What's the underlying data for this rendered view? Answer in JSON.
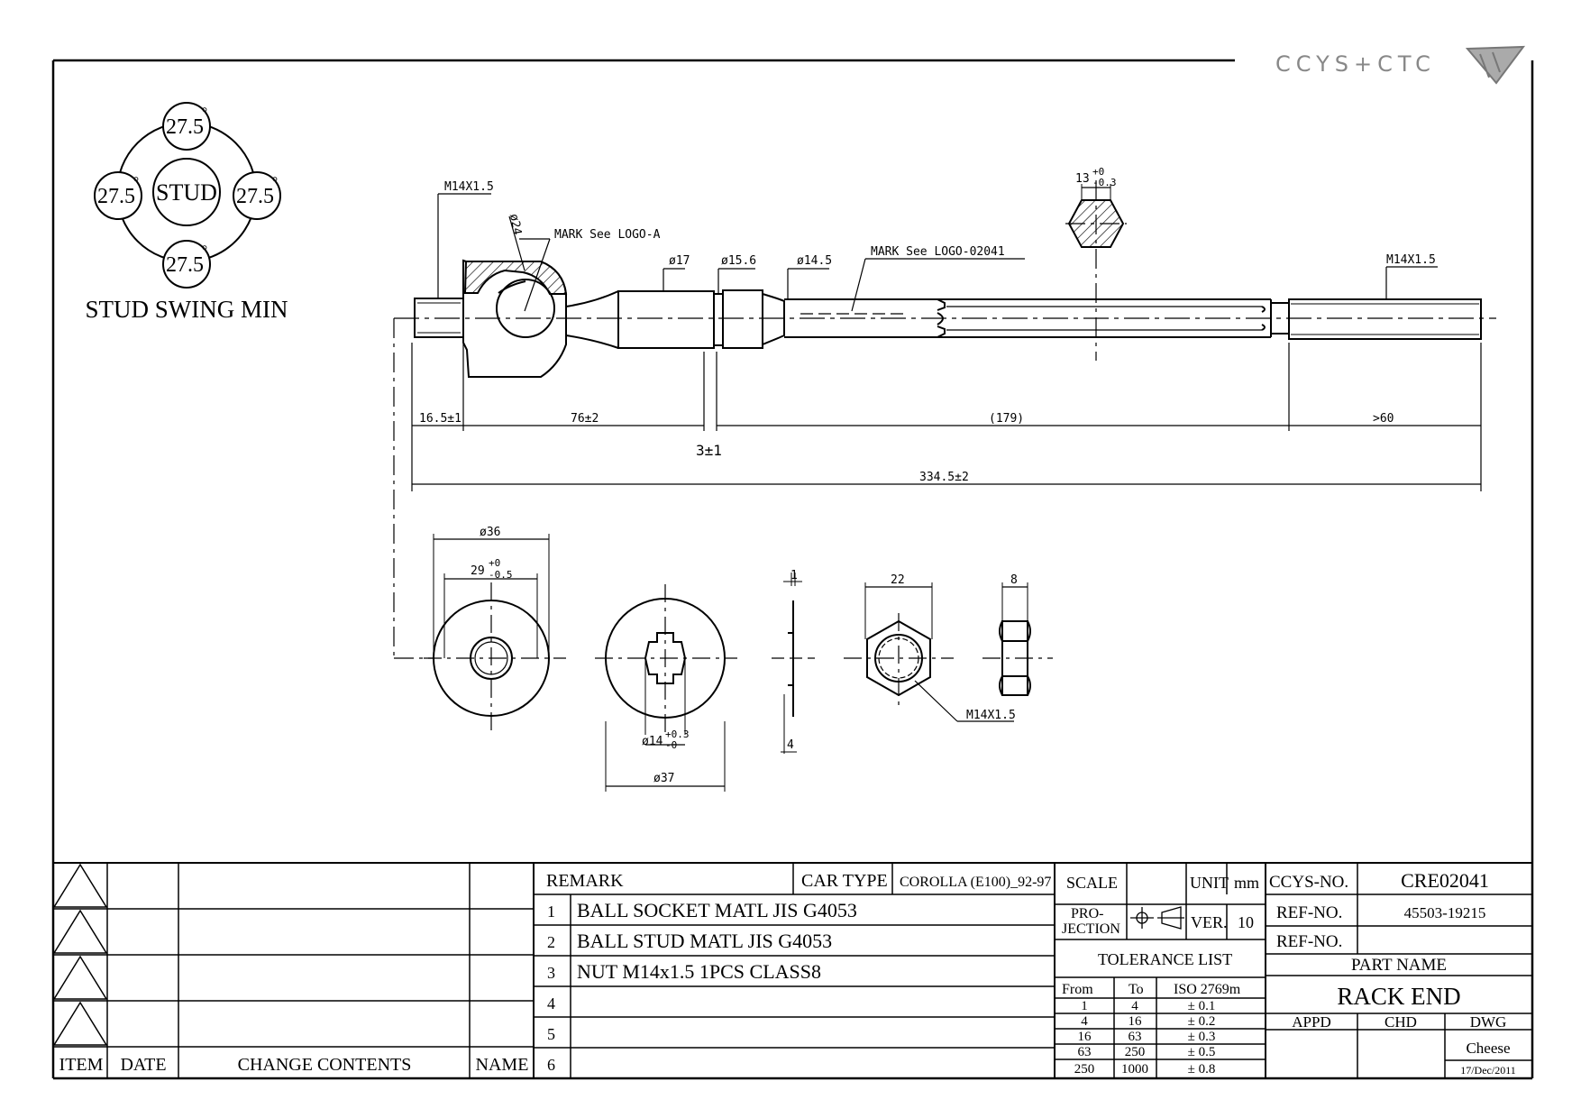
{
  "logo": {
    "text": "CCYS+CTC"
  },
  "swing": {
    "top": "27.5",
    "left": "27.5",
    "right": "27.5",
    "bottom": "27.5",
    "degree_symbol": "°",
    "center": "STUD",
    "caption": "STUD SWING MIN"
  },
  "dims": {
    "thread_left": "M14X1.5",
    "dia24": "ø24",
    "mark_a": "MARK See LOGO-A",
    "dia17": "ø17",
    "dia15_6": "ø15.6",
    "dia14_5": "ø14.5",
    "mark_02041": "MARK See LOGO-02041",
    "hex13": "13",
    "hex13_tol_top": "+0",
    "hex13_tol_bot": "-0.3",
    "thread_right": "M14X1.5",
    "len_16_5": "16.5±1",
    "len_76": "76±2",
    "len_3": "3±1",
    "len_179": "(179)",
    "len_60": ">60",
    "len_total": "334.5±2",
    "dia36": "ø36",
    "dia29": "29",
    "dia29_tol_top": "+0",
    "dia29_tol_bot": "-0.5",
    "dia14": "ø14",
    "dia14_tol_top": "+0.3",
    "dia14_tol_bot": "-0",
    "dia37": "ø37",
    "washer_t1": "1",
    "washer_h4": "4",
    "nut_w22": "22",
    "nut_thread": "M14X1.5",
    "nut_t8": "8"
  },
  "titleblock": {
    "revisions": {
      "headers": [
        "ITEM",
        "DATE",
        "CHANGE CONTENTS",
        "NAME"
      ]
    },
    "remark_label": "REMARK",
    "car_type_label": "CAR TYPE",
    "car_type_value": "COROLLA (E100)_92-97",
    "items": [
      {
        "no": "1",
        "text": "BALL SOCKET MATL JIS G4053"
      },
      {
        "no": "2",
        "text": "BALL STUD MATL JIS G4053"
      },
      {
        "no": "3",
        "text": "NUT M14x1.5 1PCS CLASS8"
      },
      {
        "no": "4",
        "text": ""
      },
      {
        "no": "5",
        "text": ""
      },
      {
        "no": "6",
        "text": ""
      }
    ],
    "scale_label": "SCALE",
    "unit_label": "UNIT",
    "unit_value": "mm",
    "projection_label_1": "PRO-",
    "projection_label_2": "JECTION",
    "ver_label": "VER.",
    "ver_value": "10",
    "tolerance_title": "TOLERANCE LIST",
    "tolerance_headers": [
      "From",
      "To",
      "ISO 2769m"
    ],
    "tolerance_rows": [
      [
        "1",
        "4",
        "± 0.1"
      ],
      [
        "4",
        "16",
        "± 0.2"
      ],
      [
        "16",
        "63",
        "± 0.3"
      ],
      [
        "63",
        "250",
        "± 0.5"
      ],
      [
        "250",
        "1000",
        "± 0.8"
      ]
    ],
    "ccys_no_label": "CCYS-NO.",
    "ccys_no_value": "CRE02041",
    "ref_no_label_1": "REF-NO.",
    "ref_no_value_1": "45503-19215",
    "ref_no_label_2": "REF-NO.",
    "ref_no_value_2": "",
    "part_name_label": "PART NAME",
    "part_name_value": "RACK END",
    "appd_label": "APPD",
    "chd_label": "CHD",
    "dwg_label": "DWG",
    "dwg_name": "Cheese",
    "dwg_date": "17/Dec/2011"
  }
}
